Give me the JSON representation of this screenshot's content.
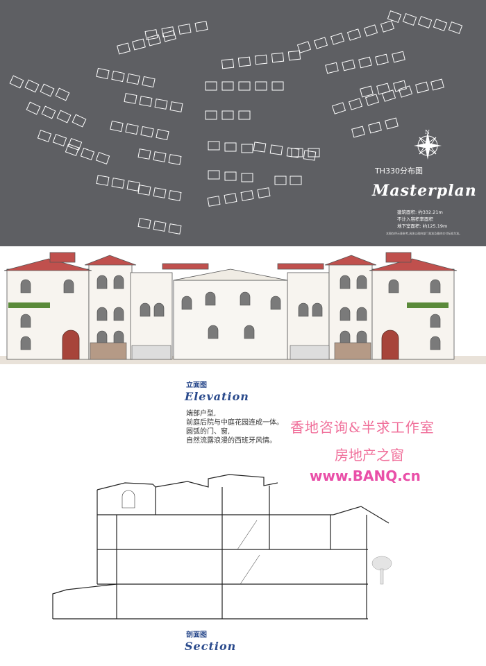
{
  "masterplan": {
    "title": "TH330分布图",
    "script_title": "Masterplan",
    "stats": [
      "建筑面积: 约332.21m",
      "不计入容积率面积",
      "地下室面积: 约125.19m"
    ],
    "note": "本图仅供示意参考,具体以政府部门批准及最终交付标准为准。",
    "compass_label": "N"
  },
  "elevation": {
    "caption_cn": "立面图",
    "caption_en": "Elevation",
    "description": [
      "端部户型,",
      "前庭后院与中庭花园连成一体。",
      "圆弧的门、窗,",
      "自然流露浪漫的西班牙风情。"
    ]
  },
  "section": {
    "caption_cn": "剖面图",
    "caption_en": "Section"
  },
  "watermark": {
    "line1": "香地咨询&半求工作室",
    "line2": "房地产之窗",
    "line3": "www.BANQ.cn"
  }
}
